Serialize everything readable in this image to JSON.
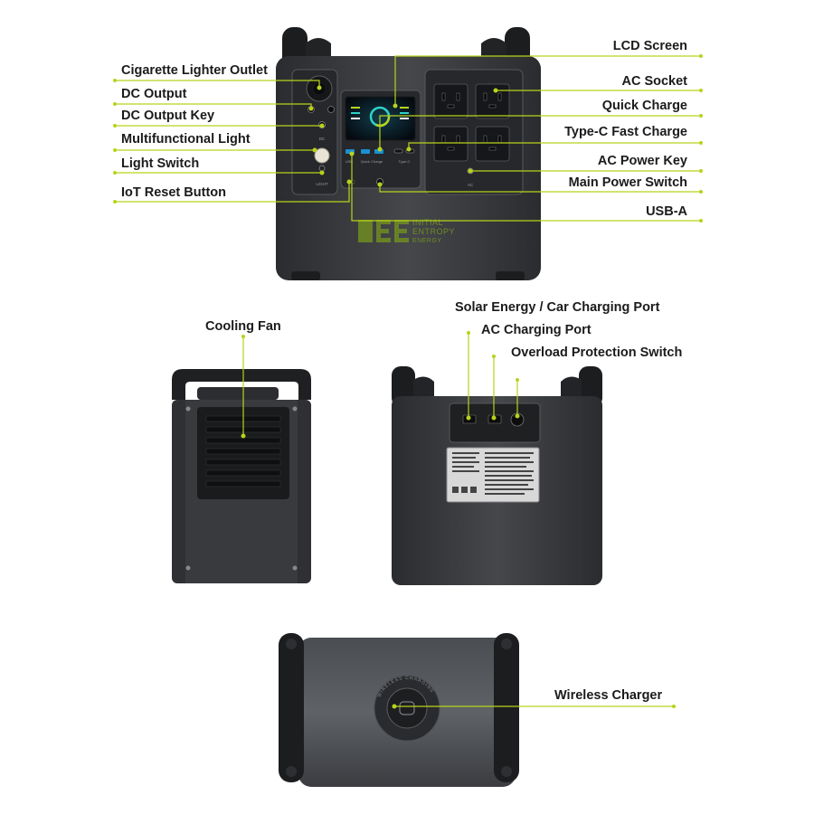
{
  "labels": {
    "cigarette_lighter_outlet": "Cigarette Lighter Outlet",
    "dc_output": "DC Output",
    "dc_output_key": "DC Output Key",
    "multifunctional_light": "Multifunctional Light",
    "light_switch": "Light Switch",
    "iot_reset_button": "IoT Reset Button",
    "lcd_screen": "LCD Screen",
    "ac_socket": "AC Socket",
    "quick_charge": "Quick Charge",
    "type_c_fast_charge": "Type-C Fast Charge",
    "ac_power_key": "AC Power Key",
    "main_power_switch": "Main Power Switch",
    "usb_a": "USB-A",
    "cooling_fan": "Cooling Fan",
    "solar_car_port": "Solar Energy / Car Charging Port",
    "ac_charging_port": "AC Charging Port",
    "overload_switch": "Overload Protection Switch",
    "wireless_charger": "Wireless Charger"
  },
  "device_text": {
    "brand_line1": "INITIAL",
    "brand_line2": "ENTROPY",
    "brand_line3": "ENERGY",
    "panel_light": "LIGHT",
    "panel_dc": "DC",
    "panel_ac": "AC",
    "panel_quick_charge": "Quick Charge",
    "panel_type_c": "Type-C",
    "panel_usb": "USB",
    "wireless_ring_text": "WIRELESS CHARGING"
  },
  "colors": {
    "accent": "#b9d21c",
    "device_body": "#3b3d40",
    "device_dark": "#1e1f21",
    "text": "#1b1b1b"
  }
}
